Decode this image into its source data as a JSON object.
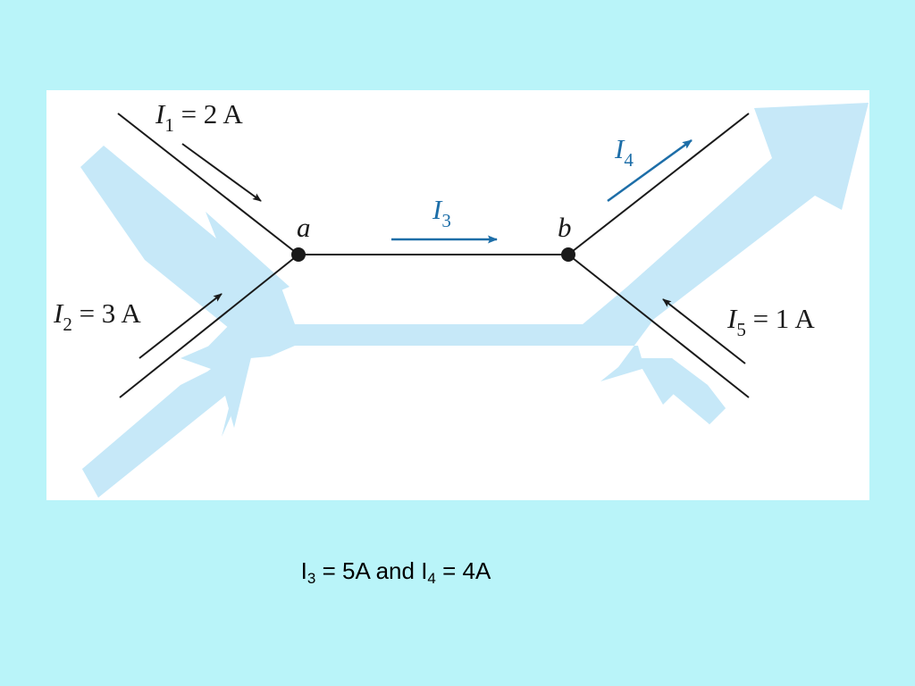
{
  "colors": {
    "background": "#b9f4f9",
    "panel": "#ffffff",
    "flow_band": "#c6e8f8",
    "wire": "#1a1a1a",
    "current_arrow_blue": "#1d6ea8"
  },
  "diagram": {
    "nodes": {
      "a": {
        "label": "a"
      },
      "b": {
        "label": "b"
      }
    },
    "currents": {
      "i1": {
        "symbol": "I",
        "index": "1",
        "value": " = 2 A"
      },
      "i2": {
        "symbol": "I",
        "index": "2",
        "value": " = 3 A"
      },
      "i3": {
        "symbol": "I",
        "index": "3"
      },
      "i4": {
        "symbol": "I",
        "index": "4"
      },
      "i5": {
        "symbol": "I",
        "index": "5",
        "value": " = 1 A"
      }
    }
  },
  "caption": {
    "part1_symbol": "I",
    "part1_index": "3",
    "part1_rest": " = 5A and ",
    "part2_symbol": "I",
    "part2_index": "4",
    "part2_rest": " = 4A"
  }
}
